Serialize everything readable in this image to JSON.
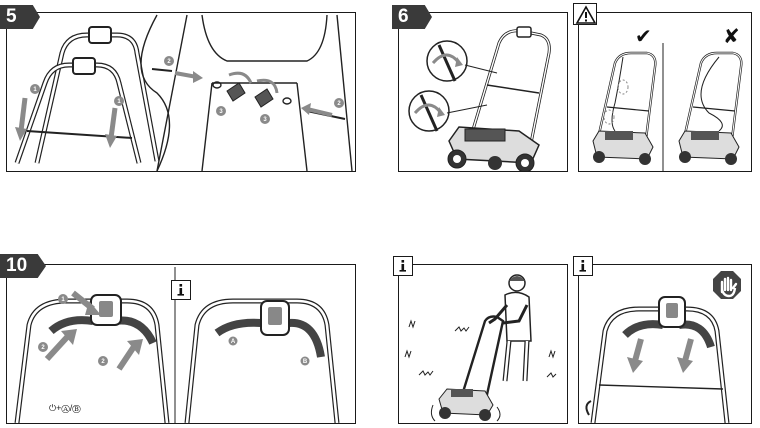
{
  "steps": {
    "step_5": "5",
    "step_6": "6",
    "step_10": "10"
  },
  "icons": {
    "warning": "warning-icon",
    "info": "info-icon",
    "stop": "stop-hand-icon",
    "check": "check-icon",
    "cross": "cross-icon"
  },
  "markers": {
    "one": "1",
    "two": "2",
    "three": "3",
    "a": "A",
    "b": "B"
  },
  "caption_10": "⏻+Ⓐ/Ⓑ",
  "colors": {
    "ink": "#1a1a1a",
    "tab": "#3a3a3a",
    "arrow": "#8a8a8a"
  }
}
